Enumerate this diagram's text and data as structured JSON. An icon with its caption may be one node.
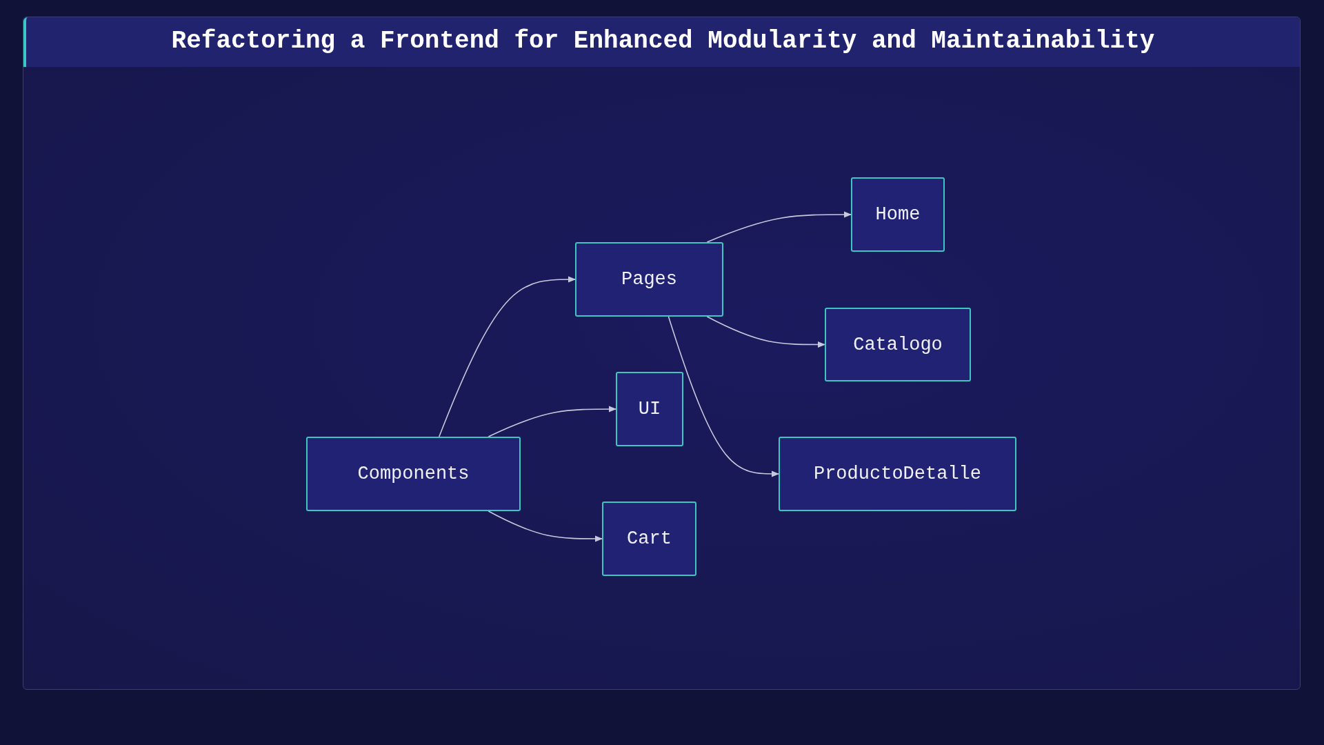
{
  "diagram": {
    "title": "Refactoring a Frontend for Enhanced Modularity and Maintainability",
    "nodes": [
      {
        "text": [
          "Components"
        ]
      },
      {
        "text": [
          "Pages"
        ]
      },
      {
        "text": [
          "UI"
        ]
      },
      {
        "text": [
          "Cart"
        ]
      },
      {
        "text": [
          "Home"
        ]
      },
      {
        "text": [
          "Catalogo"
        ]
      },
      {
        "text": [
          "ProductoDetalle"
        ]
      }
    ],
    "edges": [
      {
        "from": 0,
        "to": 1,
        "arrow": "to"
      },
      {
        "from": 0,
        "to": 2,
        "arrow": "to"
      },
      {
        "from": 0,
        "to": 3,
        "arrow": "to"
      },
      {
        "from": 1,
        "to": 4,
        "arrow": "to"
      },
      {
        "from": 1,
        "to": 5,
        "arrow": "to"
      },
      {
        "from": 1,
        "to": 6,
        "arrow": "to"
      }
    ]
  }
}
